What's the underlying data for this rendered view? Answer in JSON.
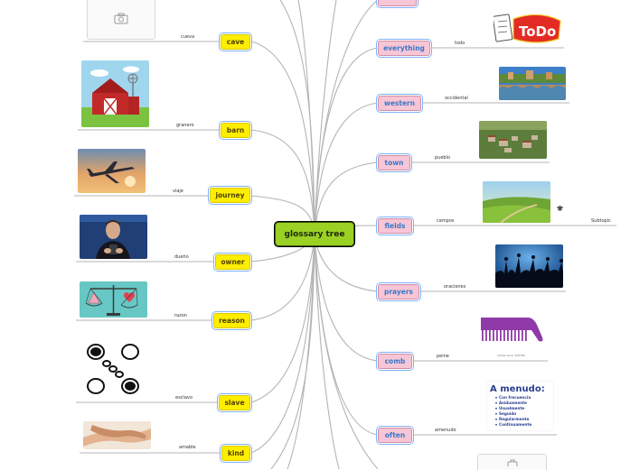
{
  "central": {
    "label": "glossary tree"
  },
  "left_branches": [
    {
      "label": "cave",
      "translation": "cueva"
    },
    {
      "label": "barn",
      "translation": "granero"
    },
    {
      "label": "journey",
      "translation": "viaje"
    },
    {
      "label": "owner",
      "translation": "dueño"
    },
    {
      "label": "reason",
      "translation": "razon"
    },
    {
      "label": "slave",
      "translation": "esclavo"
    },
    {
      "label": "kind",
      "translation": "amable"
    }
  ],
  "right_branches": [
    {
      "label": "everything",
      "translation": "todo"
    },
    {
      "label": "western",
      "translation": "occidental"
    },
    {
      "label": "town",
      "translation": "pueblo"
    },
    {
      "label": "fields",
      "translation": "campos"
    },
    {
      "label": "prayers",
      "translation": "oraciones"
    },
    {
      "label": "comb",
      "translation": "peine"
    },
    {
      "label": "often",
      "translation": "amenudo"
    }
  ],
  "extra_subtopic": {
    "label": "Subtopic"
  },
  "images": {
    "todo_text": "ToDo",
    "often_title": "A menudo:",
    "often_items": [
      "Con frecuencia",
      "Asiduamente",
      "Usualmente",
      "Seguido",
      "Regularmente",
      "Continuamente"
    ],
    "comb_caption": "adobe.stock   456786"
  },
  "icons": {
    "placeholder": "camera-icon",
    "fields_badge": "graduation-cap-icon"
  },
  "colors": {
    "left_node": "#ffee00",
    "right_node": "#f7c6d6",
    "central": "#9bd025",
    "link": "#b0b0b0"
  }
}
